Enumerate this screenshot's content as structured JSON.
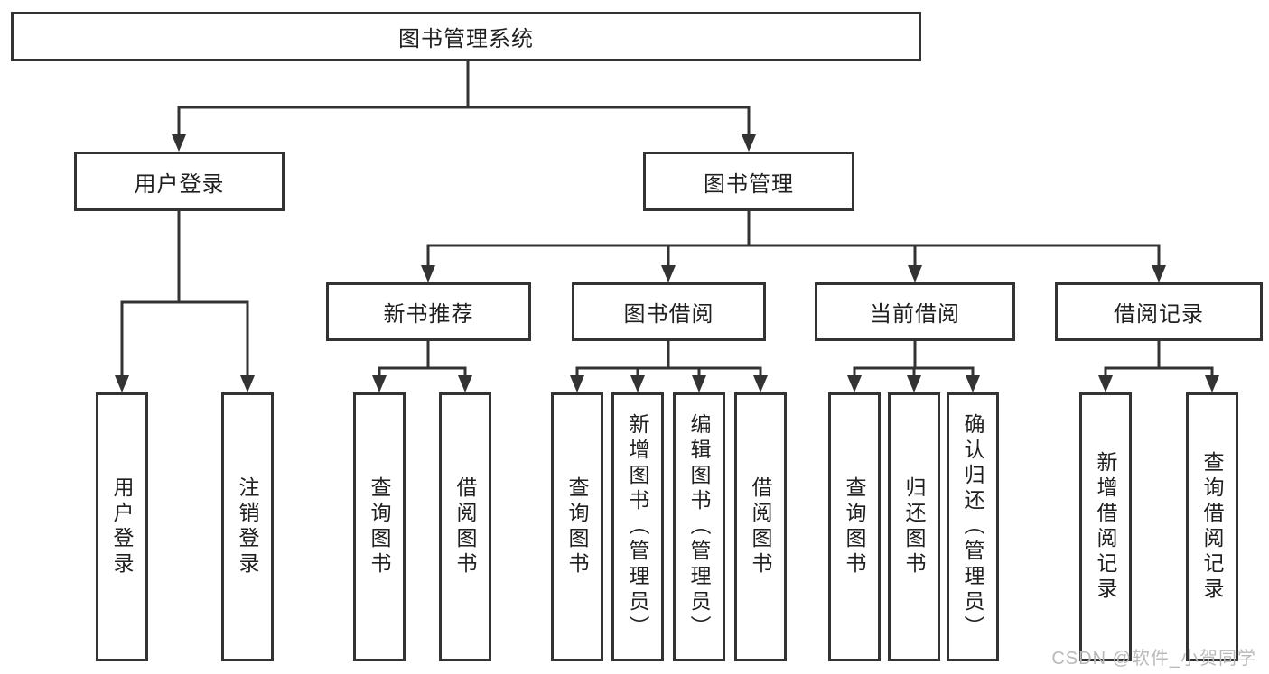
{
  "diagram": {
    "root": {
      "label": "图书管理系统"
    },
    "level2": {
      "user_login_branch": {
        "label": "用户登录"
      },
      "book_mgmt_branch": {
        "label": "图书管理"
      }
    },
    "level3": {
      "new_book": {
        "label": "新书推荐"
      },
      "book_borrow": {
        "label": "图书借阅"
      },
      "current_borrow": {
        "label": "当前借阅"
      },
      "borrow_record": {
        "label": "借阅记录"
      }
    },
    "leaves": {
      "user_login": "用户登录",
      "logout": "注销登录",
      "nb_query_book": "查询图书",
      "nb_borrow_book": "借阅图书",
      "bb_query_book": "查询图书",
      "bb_add_book": "新增图书（管理员）",
      "bb_edit_book": "编辑图书（管理员）",
      "bb_borrow_book": "借阅图书",
      "cb_query_book": "查询图书",
      "cb_return_book": "归还图书",
      "cb_confirm_return": "确认归还（管理员）",
      "br_add_record": "新增借阅记录",
      "br_query_record": "查询借阅记录"
    }
  },
  "watermark": {
    "text": "CSDN @软件_小贺同学"
  },
  "colors": {
    "line": "#333333",
    "box_border": "#333333",
    "text": "#1f1f1f",
    "watermark": "#b9b9b9",
    "background": "#ffffff"
  }
}
